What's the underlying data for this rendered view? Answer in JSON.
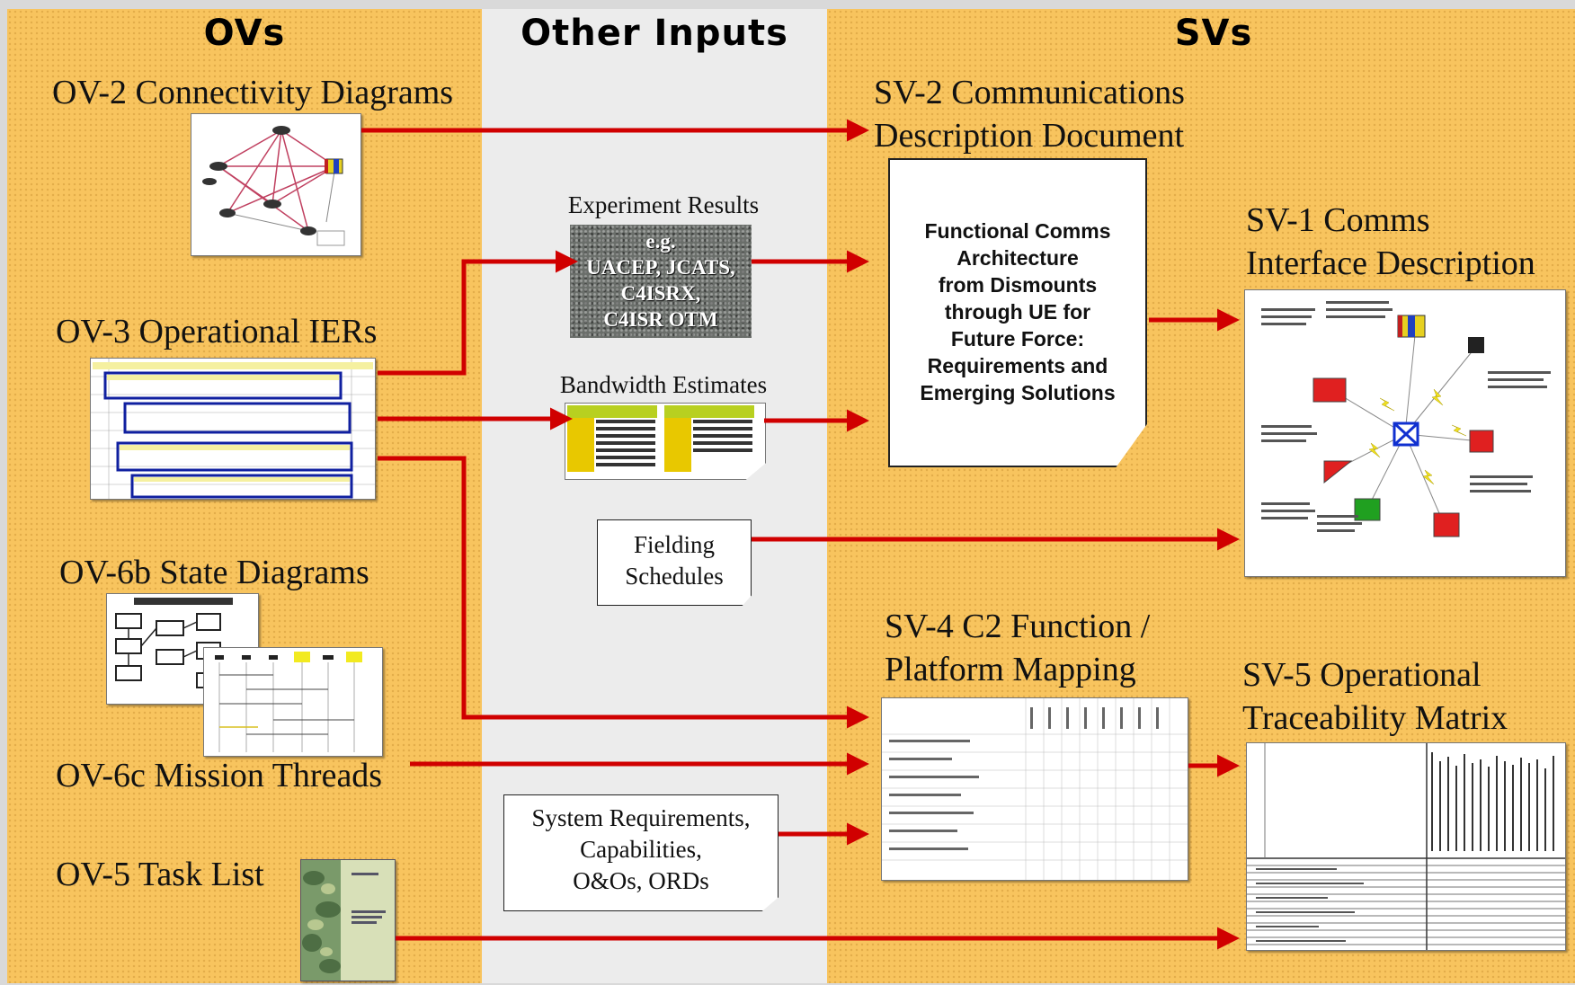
{
  "columns": {
    "ovs": "OVs",
    "other": "Other Inputs",
    "svs": "SVs"
  },
  "ovs": {
    "ov2": "OV-2 Connectivity Diagrams",
    "ov3": "OV-3 Operational IERs",
    "ov6b": "OV-6b State Diagrams",
    "ov6c": "OV-6c Mission Threads",
    "ov5": "OV-5 Task List"
  },
  "other": {
    "experiment_title": "Experiment Results",
    "experiment_lines": [
      "e.g.",
      "UACEP, JCATS,",
      "C4ISRX,",
      "C4ISR OTM"
    ],
    "bandwidth": "Bandwidth Estimates",
    "fielding_lines": [
      "Fielding",
      "Schedules"
    ],
    "sysreq_lines": [
      "System Requirements,",
      "Capabilities,",
      "O&Os, ORDs"
    ]
  },
  "svs": {
    "sv2_lines": [
      "SV-2 Communications",
      "Description Document"
    ],
    "doc_lines": [
      "Functional Comms",
      "Architecture",
      "from Dismounts",
      "through UE for",
      "Future Force:",
      "Requirements and",
      "Emerging Solutions"
    ],
    "sv1_lines": [
      "SV-1 Comms",
      "Interface Description"
    ],
    "sv4_lines": [
      "SV-4 C2 Function /",
      "Platform Mapping"
    ],
    "sv5_lines": [
      "SV-5 Operational",
      "Traceability  Matrix"
    ]
  },
  "colors": {
    "arrow": "#d00000",
    "column": "#f8c45e",
    "middle": "#ececec"
  }
}
